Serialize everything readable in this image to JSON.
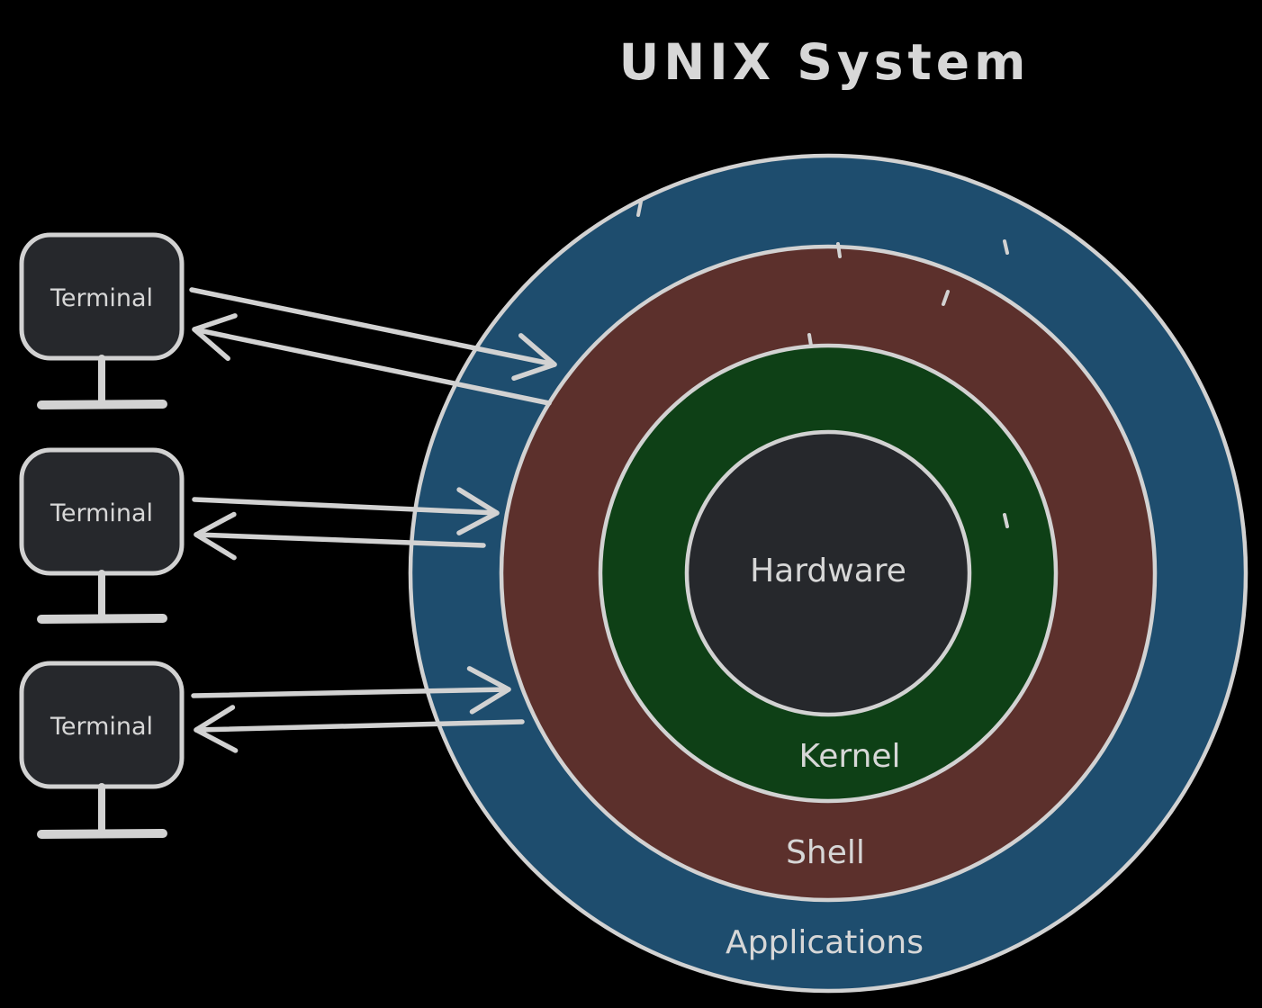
{
  "title": "UNIX System",
  "colors": {
    "background": "#000000",
    "stroke": "#d2d2d2",
    "text": "#d7d7d7",
    "applications": "#1e4d6e",
    "shell": "#5c302c",
    "kernel": "#0e4016",
    "hardware": "#26282c",
    "terminal": "#26282c"
  },
  "rings": [
    {
      "label": "Applications"
    },
    {
      "label": "Shell"
    },
    {
      "label": "Kernel"
    },
    {
      "label": "Hardware"
    }
  ],
  "terminals": [
    {
      "label": "Terminal"
    },
    {
      "label": "Terminal"
    },
    {
      "label": "Terminal"
    }
  ]
}
